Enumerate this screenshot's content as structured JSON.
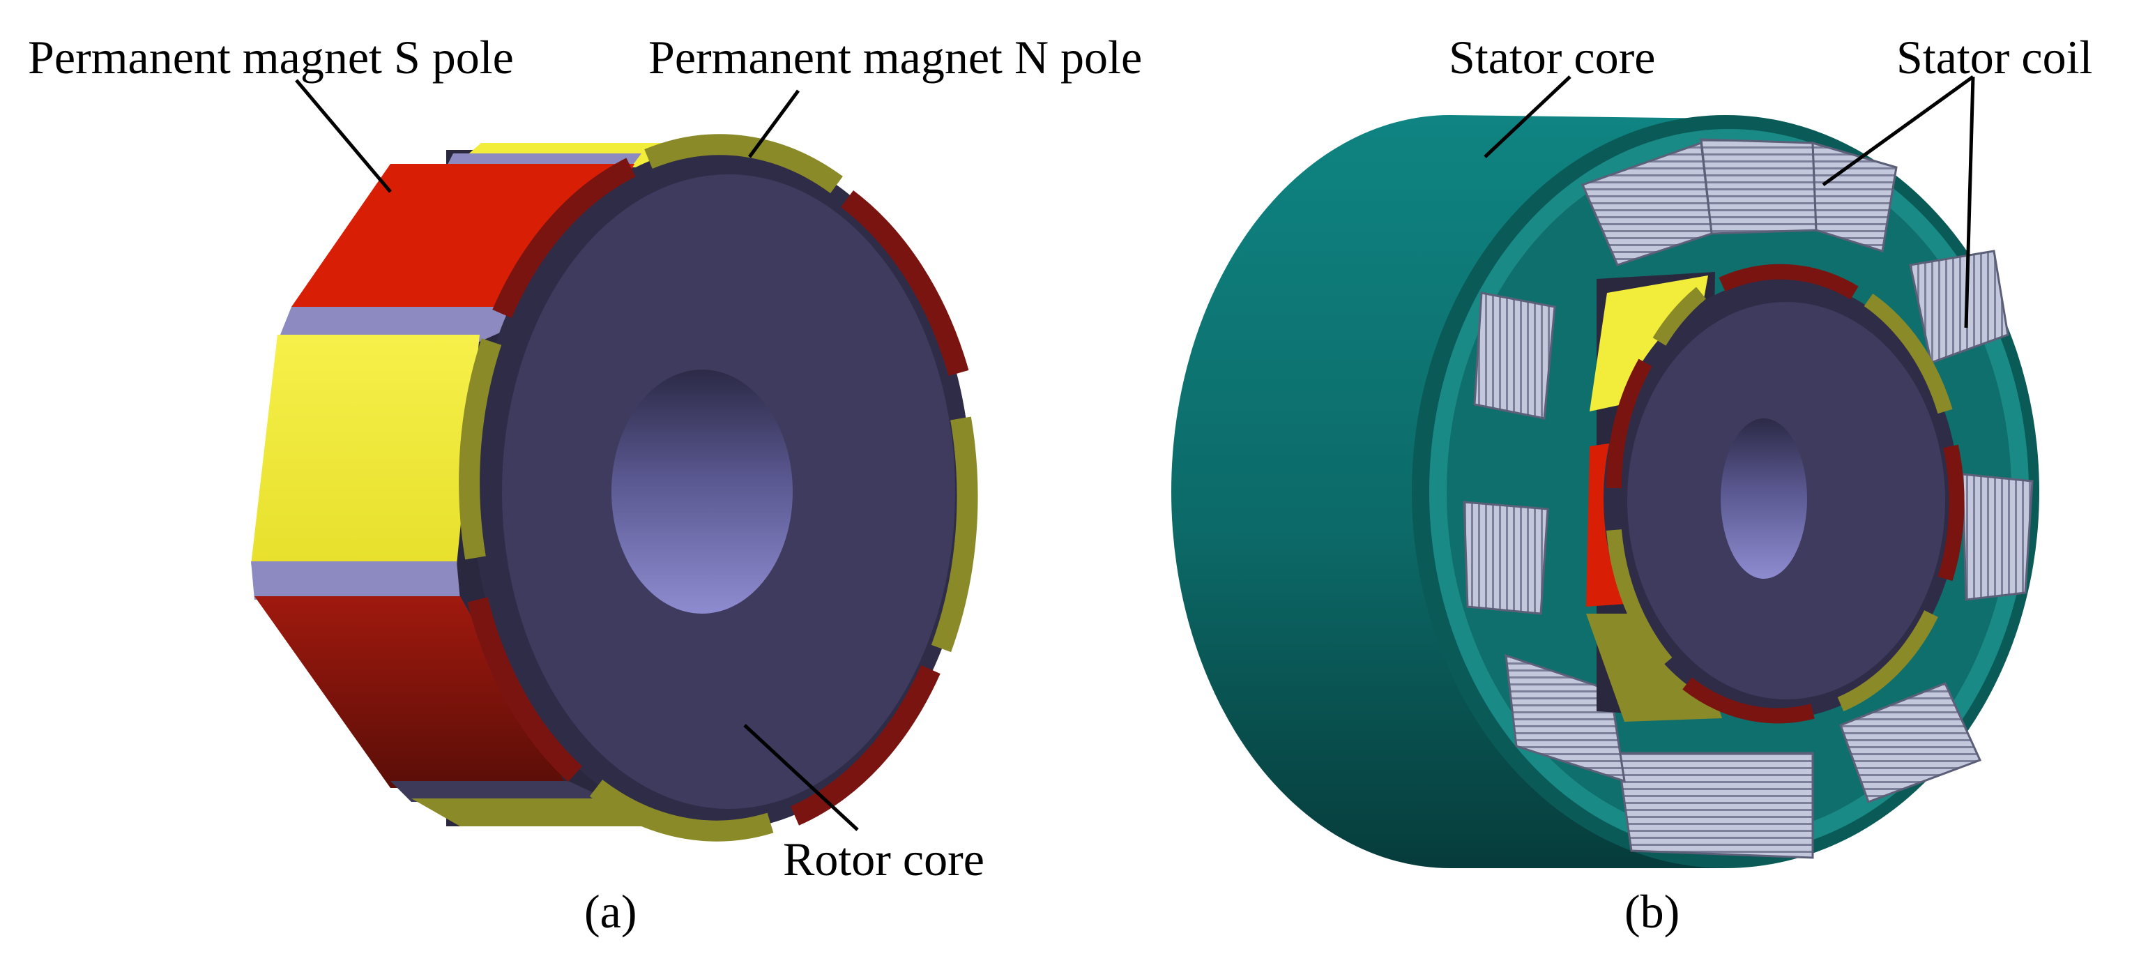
{
  "labels": {
    "s_pole": "Permanent magnet S pole",
    "n_pole": "Permanent magnet N pole",
    "rotor_core": "Rotor core",
    "stator_core": "Stator core",
    "stator_coil": "Stator coil",
    "panel_a": "(a)",
    "panel_b": "(b)"
  },
  "colors": {
    "rotor_core": "#3f3b5f",
    "shaft_hole": "#8a88c8",
    "magnet_s": "#d81e05",
    "magnet_s_dark": "#7a1410",
    "magnet_n": "#f2ec3a",
    "magnet_n_dark": "#8a8a28",
    "pole_gap": "#8c8ac0",
    "stator_core": "#0f7d7b",
    "stator_core_dark": "#0a4a49",
    "coil": "#b8bcd4"
  }
}
